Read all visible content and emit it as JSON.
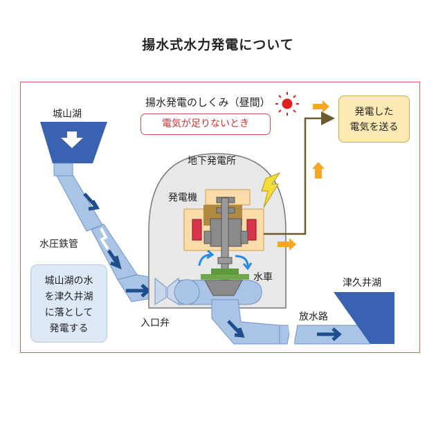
{
  "title": "揚水式水力発電について",
  "mechanism_title": "揚水発電のしくみ（昼間）",
  "shortage_label": "電気が足りないとき",
  "send_box": {
    "line1": "発電した",
    "line2": "電気を送る"
  },
  "labels": {
    "upper_lake": "城山湖",
    "penstock": "水圧鉄管",
    "station": "地下発電所",
    "generator": "発電機",
    "turbine": "水車",
    "inlet_valve": "入口弁",
    "tailrace": "放水路",
    "lower_lake": "津久井湖"
  },
  "note": {
    "line1": "城山湖の水",
    "line2": "を津久井湖",
    "line3": "に落として",
    "line4": "発電する"
  },
  "colors": {
    "lake": "#3a62b0",
    "pipe": "#a9c4e4",
    "pipe_edge": "#6f93c8",
    "flow_arrow": "#1f4e8c",
    "station": "#e8e8e8",
    "generator_frame": "#fcdca8",
    "coil": "#d8344a",
    "power_arrow": "#f5a623",
    "power_line": "#6b5a2e",
    "frame": "#e06060"
  },
  "icons": [
    "sun-icon",
    "lightning-icon",
    "rotation-arrows-icon",
    "down-arrow-icon"
  ]
}
